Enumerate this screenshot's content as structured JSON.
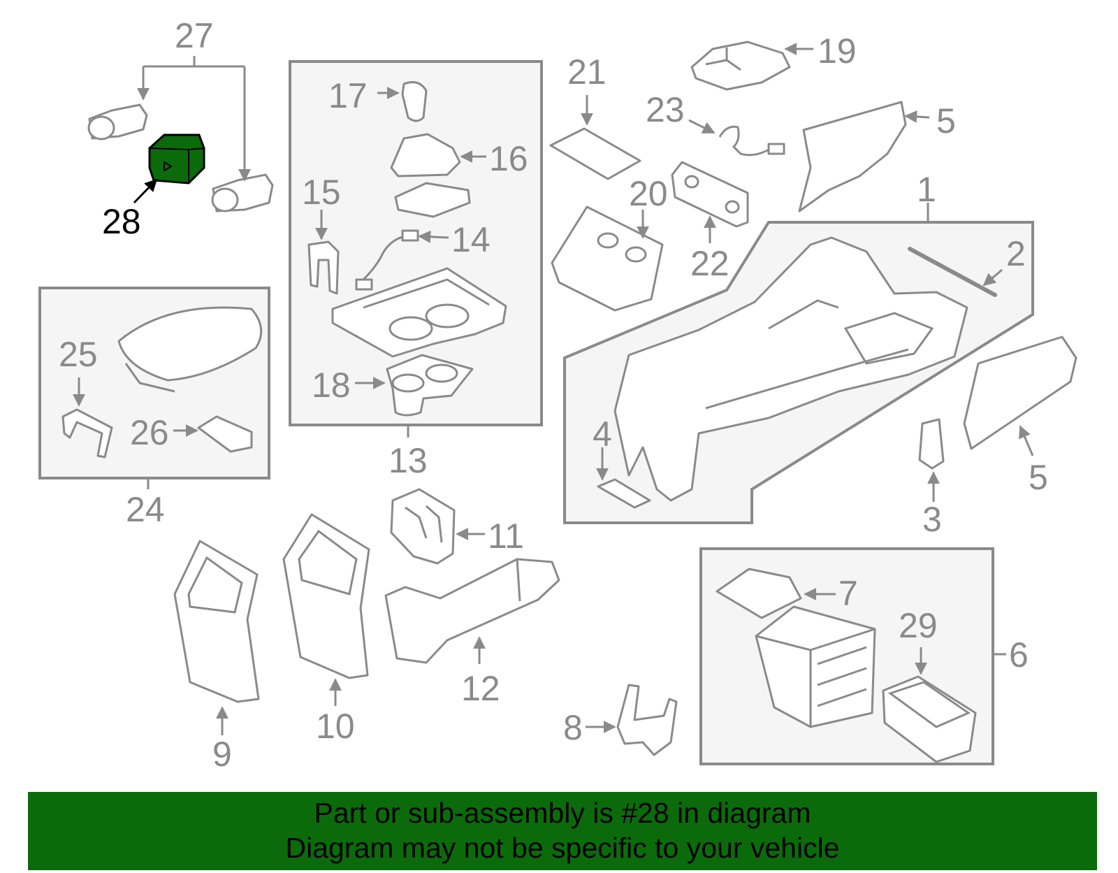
{
  "diagram": {
    "highlight_color": "#0b6b0b",
    "line_color": "#8a8a8a",
    "callouts": {
      "c1": "1",
      "c2": "2",
      "c3": "3",
      "c4": "4",
      "c5a": "5",
      "c5b": "5",
      "c6": "6",
      "c7": "7",
      "c8": "8",
      "c9": "9",
      "c10": "10",
      "c11": "11",
      "c12": "12",
      "c13": "13",
      "c14": "14",
      "c15": "15",
      "c16": "16",
      "c17": "17",
      "c18": "18",
      "c19": "19",
      "c20": "20",
      "c21": "21",
      "c22": "22",
      "c23": "23",
      "c24": "24",
      "c25": "25",
      "c26": "26",
      "c27": "27",
      "c28": "28",
      "c29": "29"
    },
    "highlighted_part": "28"
  },
  "banner": {
    "line1": "Part or sub-assembly is #28 in diagram",
    "line2": "Diagram may not be specific to your vehicle"
  }
}
